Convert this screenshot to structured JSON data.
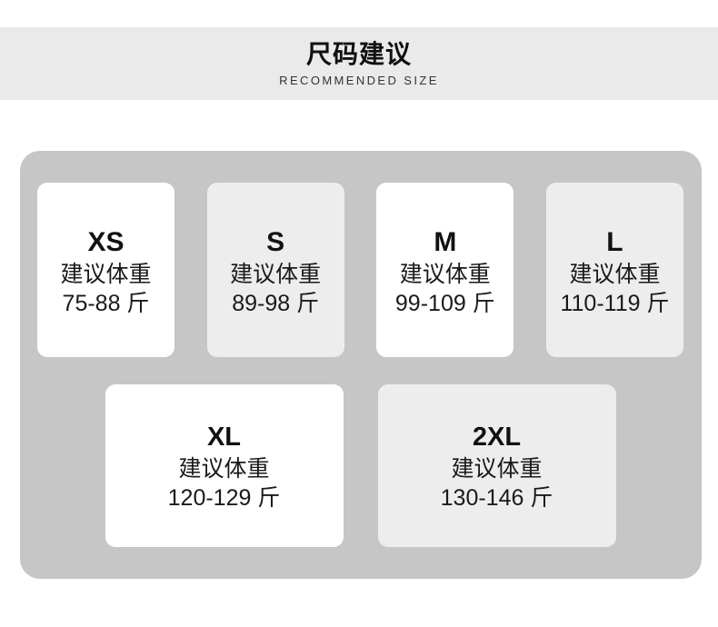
{
  "header": {
    "title": "尺码建议",
    "subtitle": "RECOMMENDED SIZE"
  },
  "colors": {
    "page_background": "#ffffff",
    "header_band": "#eaeaea",
    "panel": "#c6c6c6",
    "card_white": "#ffffff",
    "card_gray": "#ededed",
    "text": "#111111"
  },
  "size_table": {
    "weight_caption": "建议体重",
    "unit": "斤",
    "rows": [
      {
        "cards": [
          {
            "size": "XS",
            "caption": "建议体重",
            "range": "75-88 斤",
            "min": 75,
            "max": 88,
            "style": "white"
          },
          {
            "size": "S",
            "caption": "建议体重",
            "range": "89-98 斤",
            "min": 89,
            "max": 98,
            "style": "gray"
          },
          {
            "size": "M",
            "caption": "建议体重",
            "range": "99-109 斤",
            "min": 99,
            "max": 109,
            "style": "white"
          },
          {
            "size": "L",
            "caption": "建议体重",
            "range": "110-119 斤",
            "min": 110,
            "max": 119,
            "style": "gray"
          }
        ]
      },
      {
        "cards": [
          {
            "size": "XL",
            "caption": "建议体重",
            "range": "120-129 斤",
            "min": 120,
            "max": 129,
            "style": "white"
          },
          {
            "size": "2XL",
            "caption": "建议体重",
            "range": "130-146 斤",
            "min": 130,
            "max": 146,
            "style": "gray"
          }
        ]
      }
    ]
  }
}
